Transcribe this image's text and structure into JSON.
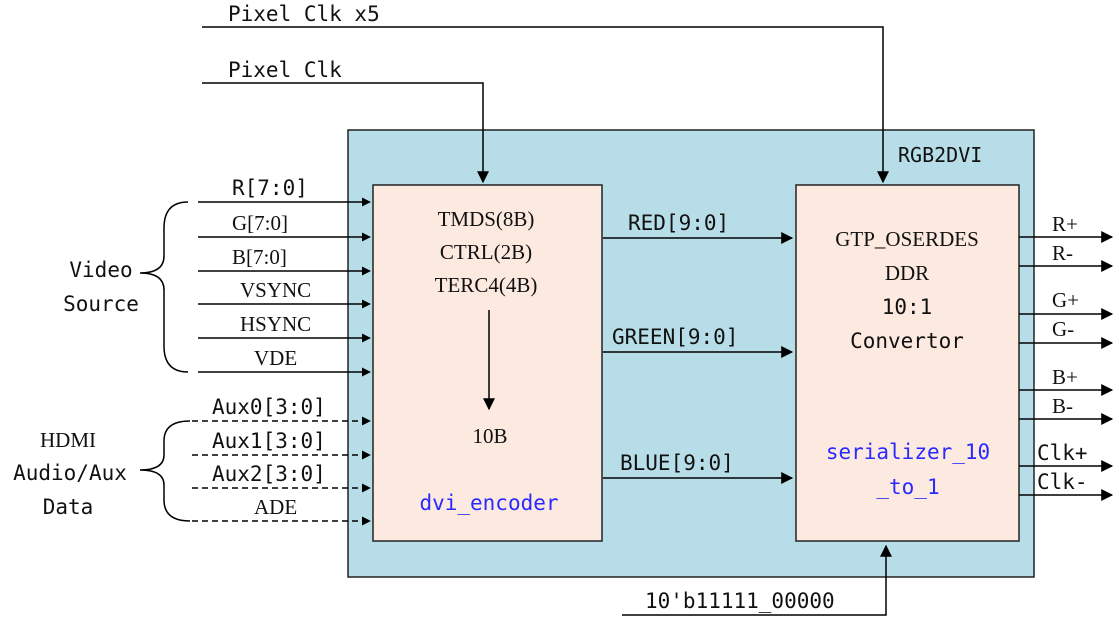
{
  "clocks": {
    "pixel_clk_x5": "Pixel Clk x5",
    "pixel_clk": "Pixel Clk",
    "serdes_pattern": "10'b11111_00000"
  },
  "module": {
    "name": "RGB2DVI"
  },
  "groups": {
    "video": {
      "line1": "Video",
      "line2": "Source"
    },
    "hdmi": {
      "line1": "HDMI",
      "line2": "Audio/Aux",
      "line3": "Data"
    }
  },
  "video_inputs": [
    "R[7:0]",
    "G[7:0]",
    "B[7:0]",
    "VSYNC",
    "HSYNC",
    "VDE"
  ],
  "aux_inputs": [
    "Aux0[3:0]",
    "Aux1[3:0]",
    "Aux2[3:0]",
    "ADE"
  ],
  "encoder": {
    "line1": "TMDS(8B)",
    "line2": "CTRL(2B)",
    "line3": "TERC4(4B)",
    "output": "10B",
    "instance": "dvi_encoder"
  },
  "channels": [
    "RED[9:0]",
    "GREEN[9:0]",
    "BLUE[9:0]"
  ],
  "serializer": {
    "line1": "GTP_OSERDES",
    "line2": "DDR",
    "line3": "10:1",
    "line4": "Convertor",
    "instance_line1": "serializer_10",
    "instance_line2": "_to_1"
  },
  "outputs": [
    "R+",
    "R-",
    "G+",
    "G-",
    "B+",
    "B-",
    "Clk+",
    "Clk-"
  ],
  "colors": {
    "module_fill": "#b7dde8",
    "block_fill": "#fce9df",
    "instance_text": "#2a2aff"
  }
}
